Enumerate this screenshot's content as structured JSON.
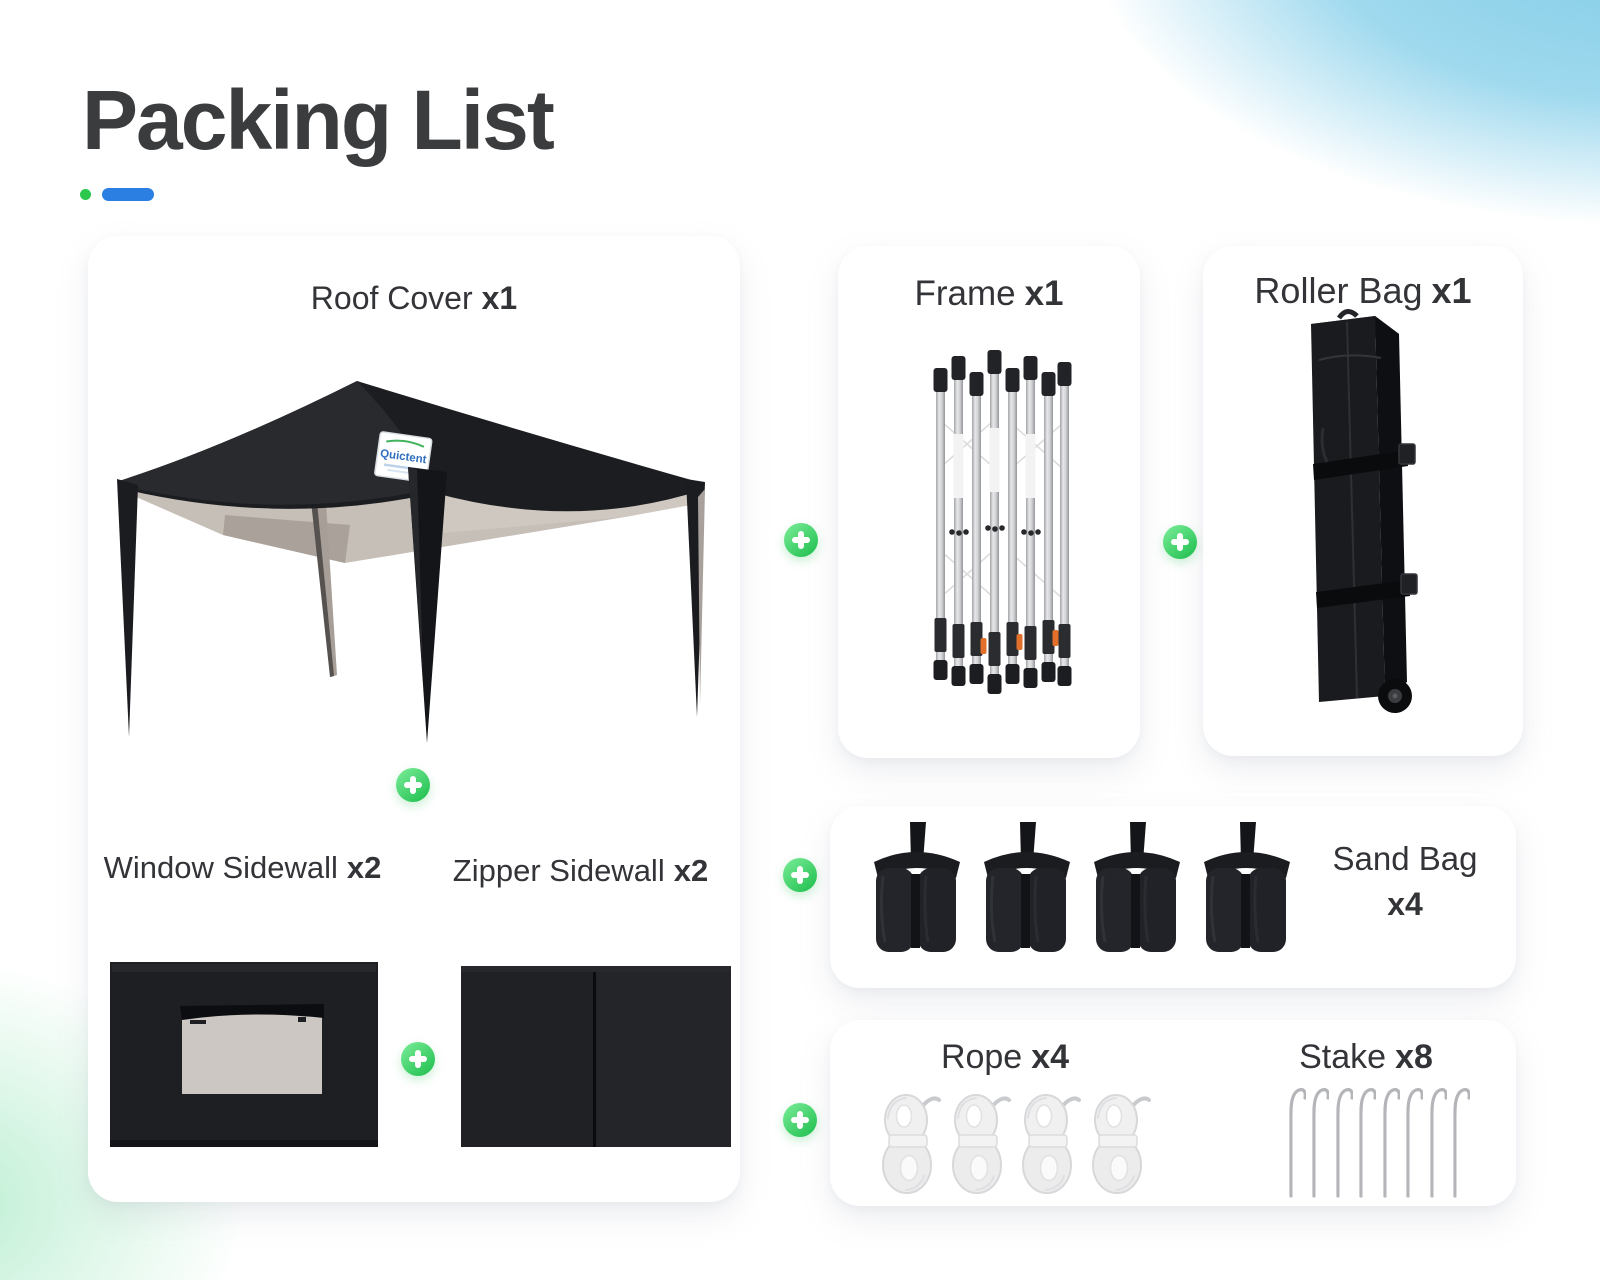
{
  "header": {
    "title": "Packing List"
  },
  "brand": {
    "name": "Quictent"
  },
  "colors": {
    "accent_green": "#2cc84d",
    "accent_blue": "#2b7fe3",
    "plus_gradient_from": "#74e993",
    "plus_gradient_to": "#27c355",
    "swoosh_blue": "#8fd3ea",
    "corner_glow_green": "#bdeed3",
    "title_gray": "#3b3c3e",
    "canopy_black": "#1c1d20"
  },
  "items": {
    "roof_cover": {
      "label": "Roof Cover",
      "count": "x1"
    },
    "window_sidewall": {
      "label": "Window Sidewall",
      "count": "x2"
    },
    "zipper_sidewall": {
      "label": "Zipper Sidewall",
      "count": "x2"
    },
    "frame": {
      "label": "Frame",
      "count": "x1"
    },
    "roller_bag": {
      "label": "Roller Bag",
      "count": "x1"
    },
    "sand_bag": {
      "label": "Sand Bag",
      "count": "x4"
    },
    "rope": {
      "label": "Rope",
      "count": "x4"
    },
    "stake": {
      "label": "Stake",
      "count": "x8"
    }
  },
  "icons": {
    "plus": "plus-icon"
  }
}
